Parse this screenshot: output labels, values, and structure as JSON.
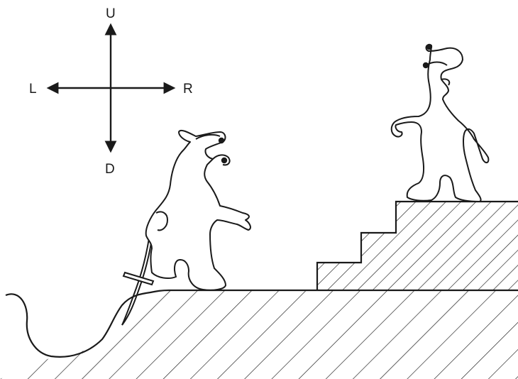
{
  "compass": {
    "up": "U",
    "down": "D",
    "left": "L",
    "right": "R"
  },
  "colors": {
    "ink": "#1a1a1a",
    "background": "#ffffff"
  },
  "icons": [
    "compass-arrows-icon",
    "creature-with-sword",
    "creature-on-stairs",
    "hatched-ground",
    "hatched-staircase"
  ]
}
